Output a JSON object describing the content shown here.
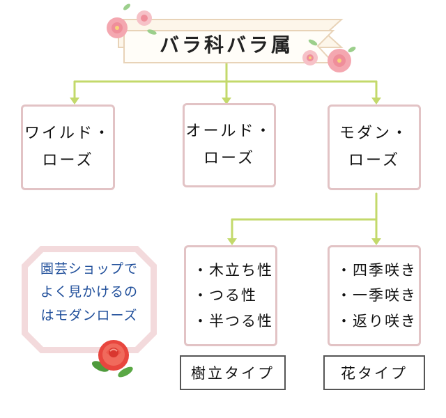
{
  "title": {
    "text": "バラ科バラ属"
  },
  "categories": [
    {
      "line1": "ワイルド・",
      "line2": "ローズ"
    },
    {
      "line1": "オールド・",
      "line2": "ローズ"
    },
    {
      "line1": "モダン・",
      "line2": "ローズ"
    }
  ],
  "traits_left": [
    "・木立ち性",
    "・つる性",
    "・半つる性"
  ],
  "traits_right": [
    "・四季咲き",
    "・一季咲き",
    "・返り咲き"
  ],
  "type_left": "樹立タイプ",
  "type_right": "花タイプ",
  "note": {
    "line1": "園芸ショップで",
    "line2": "よく見かけるの",
    "line3": "はモダンローズ"
  },
  "colors": {
    "connector": "#c3d96b",
    "box_border": "#e2c3c5",
    "octagon_fill": "#f3dadc",
    "note_text": "#1f4e9a",
    "type_border": "#555555"
  },
  "icons": [
    "pink-flower-icon",
    "leaf-icon",
    "red-rose-icon"
  ]
}
